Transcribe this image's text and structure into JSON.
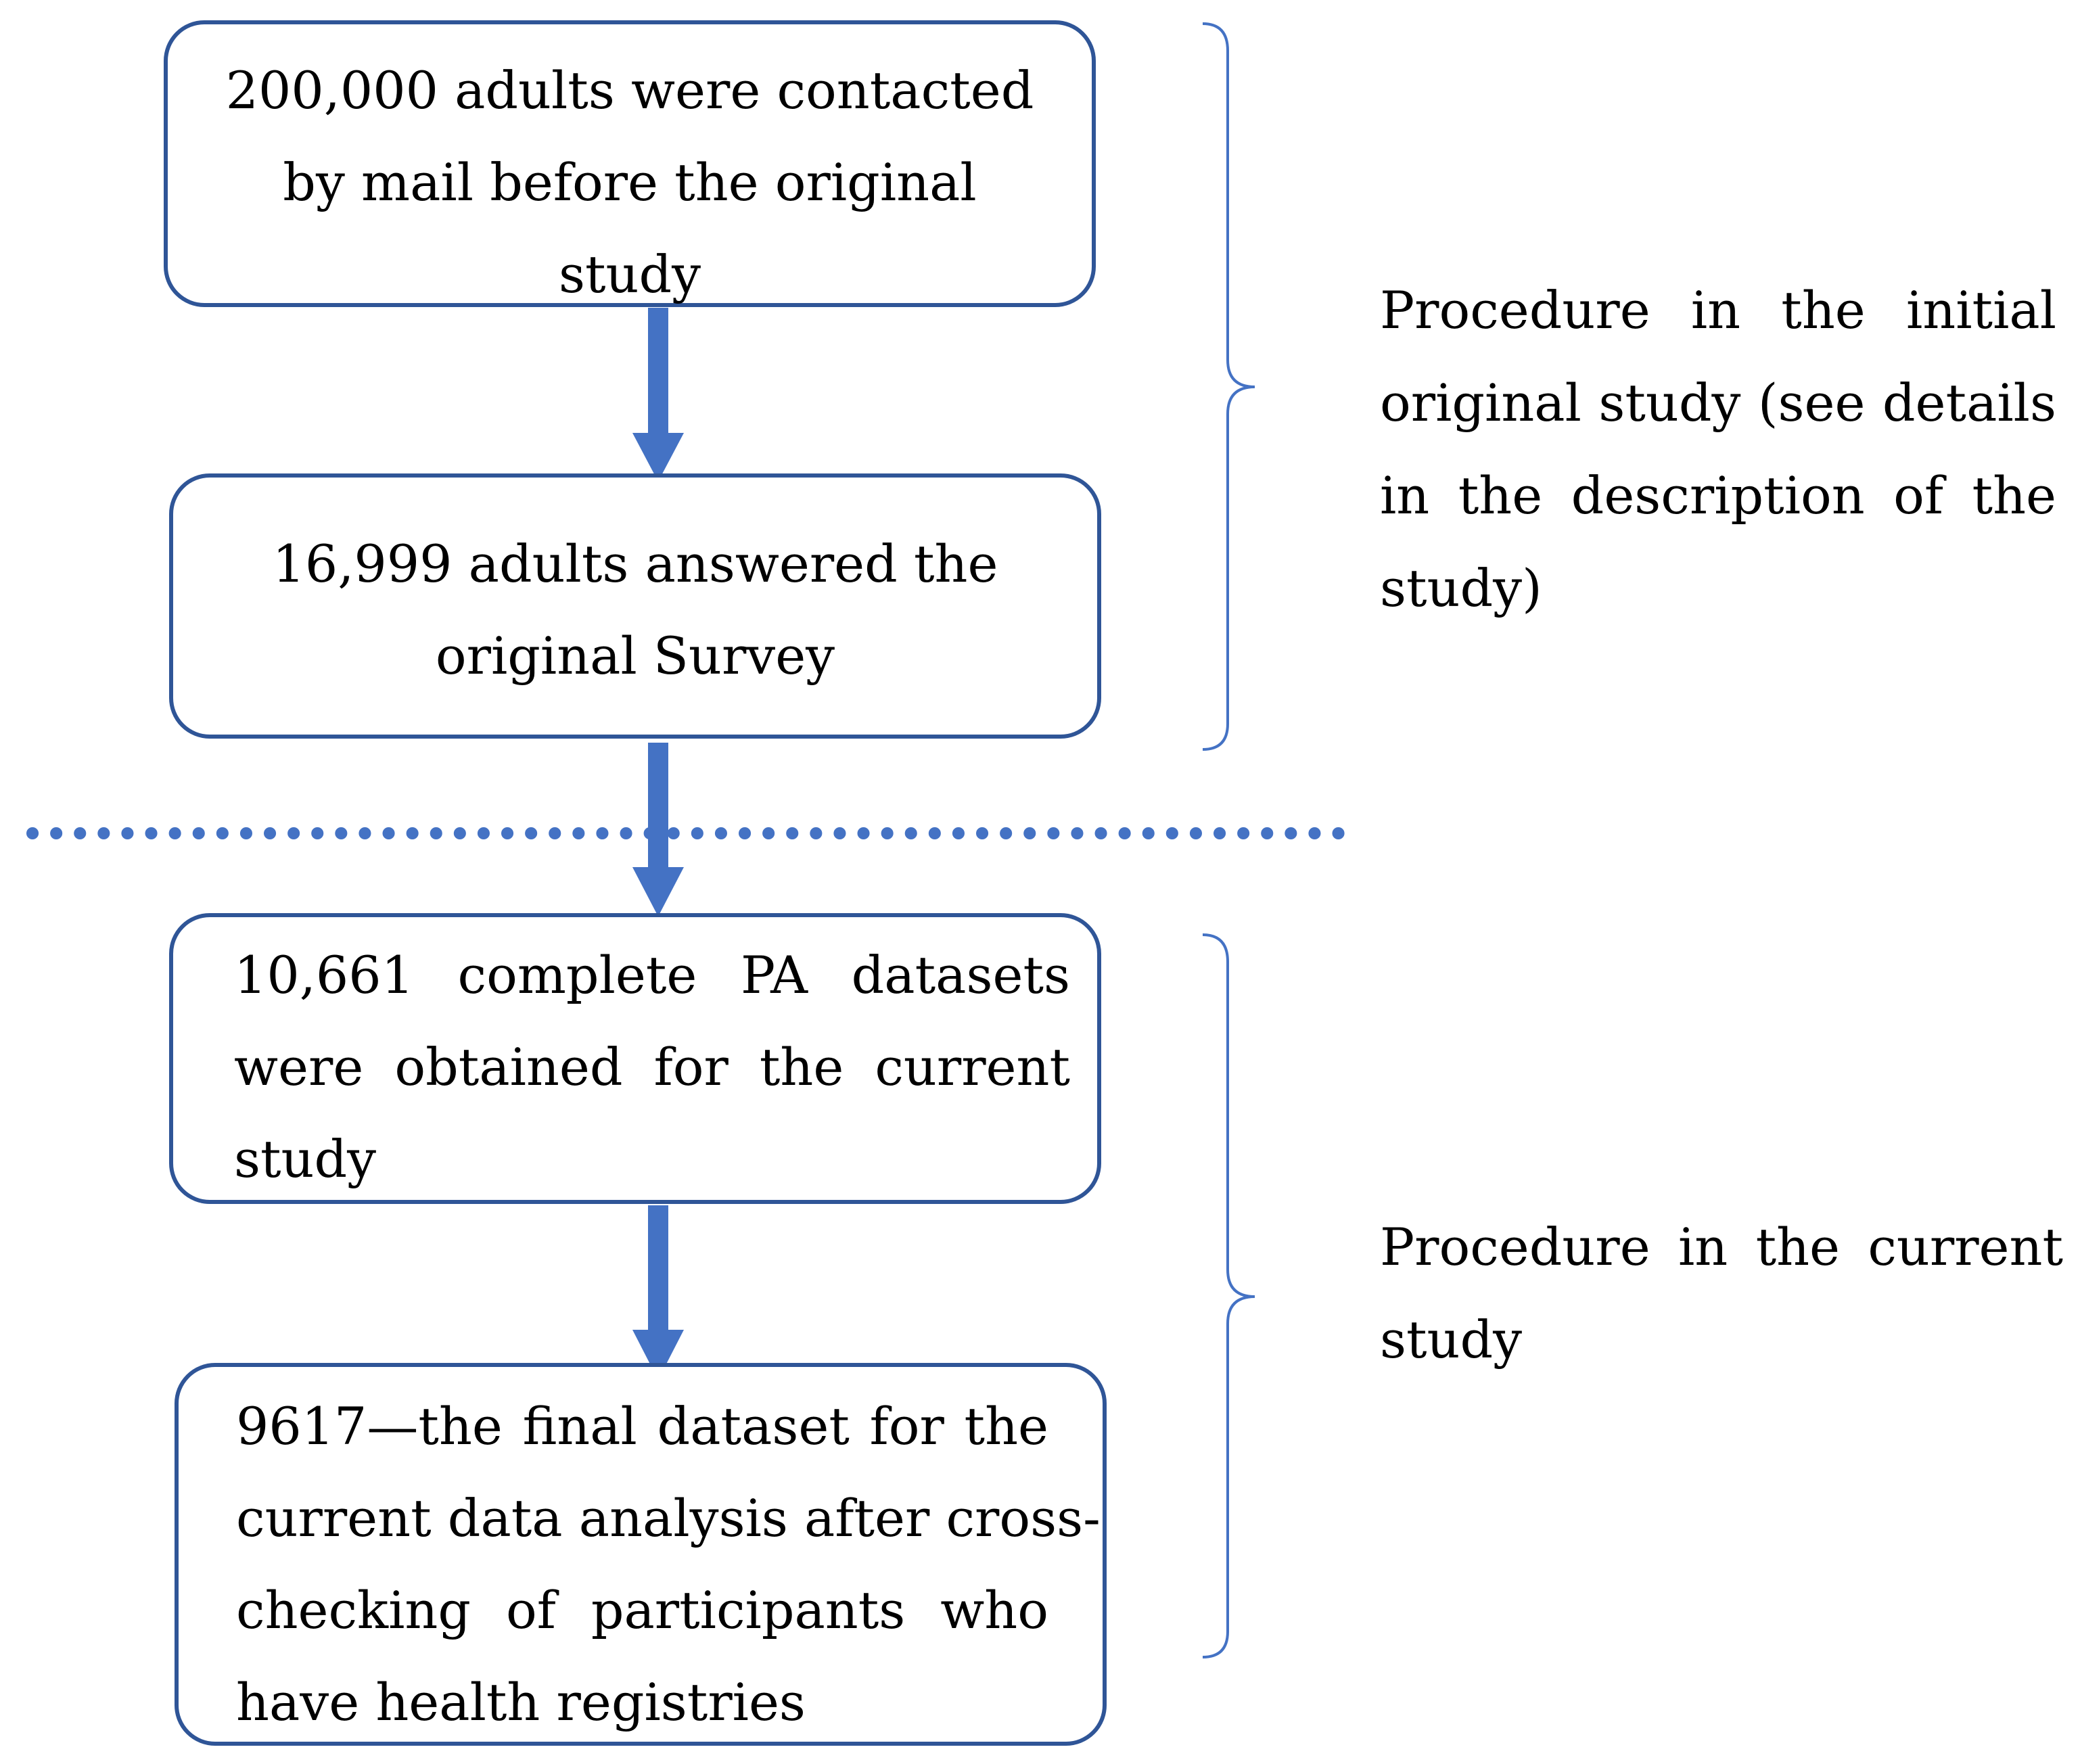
{
  "boxes": [
    {
      "lines": [
        "200,000 adults were contacted",
        "by mail before the original",
        "study"
      ]
    },
    {
      "lines": [
        "16,999 adults answered the",
        "original Survey"
      ]
    },
    {
      "lines": [
        "10,661 complete PA datasets",
        "were obtained for the current",
        "study"
      ]
    },
    {
      "lines": [
        "9617—the final dataset for the",
        "current data analysis after cross-",
        "checking of participants who",
        "have health registries"
      ]
    }
  ],
  "notes": [
    {
      "lines": [
        "Procedure in the initial",
        "original study (see details",
        "in the description of the",
        "study)"
      ]
    },
    {
      "lines": [
        "Procedure in the current",
        "study"
      ]
    }
  ],
  "colors": {
    "arrow": "#4472c4",
    "box_border": "#2f5597",
    "brace": "#4472c4",
    "divider": "#4472c4"
  }
}
